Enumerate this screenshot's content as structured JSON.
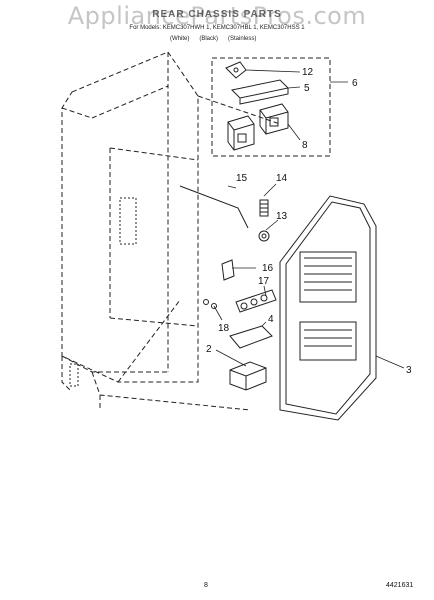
{
  "watermark": "AppliancePartsPros.com",
  "header": {
    "title": "REAR CHASSIS PARTS",
    "models": "For Models: KEMC307HWH 1, KEMC307HBL 1, KEMC307HSS 1",
    "colors": [
      "(White)",
      "(Black)",
      "(Stainless)"
    ]
  },
  "callouts": {
    "c12": "12",
    "c5": "5",
    "c6": "6",
    "c8": "8",
    "c15": "15",
    "c14": "14",
    "c13": "13",
    "c16": "16",
    "c17": "17",
    "c18": "18",
    "c4": "4",
    "c2": "2",
    "c3": "3"
  },
  "footer": {
    "page": "8",
    "doc": "4421631"
  }
}
